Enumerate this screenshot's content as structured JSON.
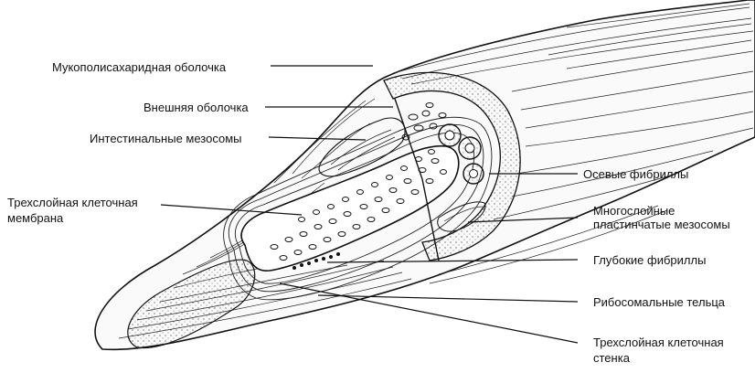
{
  "diagram": {
    "labels": {
      "mucopolysaccharide_sheath": "Мукополисахаридная  оболочка",
      "outer_sheath": "Внешняя оболочка",
      "intestinal_mesosomes": "Интестинальные мезосомы",
      "cell_membrane_line1": "Трехслойная клеточная",
      "cell_membrane_line2": "мембрана",
      "axial_fibrils": "Осевые фибриллы",
      "lamellar_mesosomes_line1": "Многослойные",
      "lamellar_mesosomes_line2": "пластинчатые мезосомы",
      "deep_fibrils": "Глубокие фибриллы",
      "ribosomal_bodies": "Рибосомальные тельца",
      "cell_wall_line1": "Трехслойная клеточная",
      "cell_wall_line2": "стенка"
    }
  }
}
